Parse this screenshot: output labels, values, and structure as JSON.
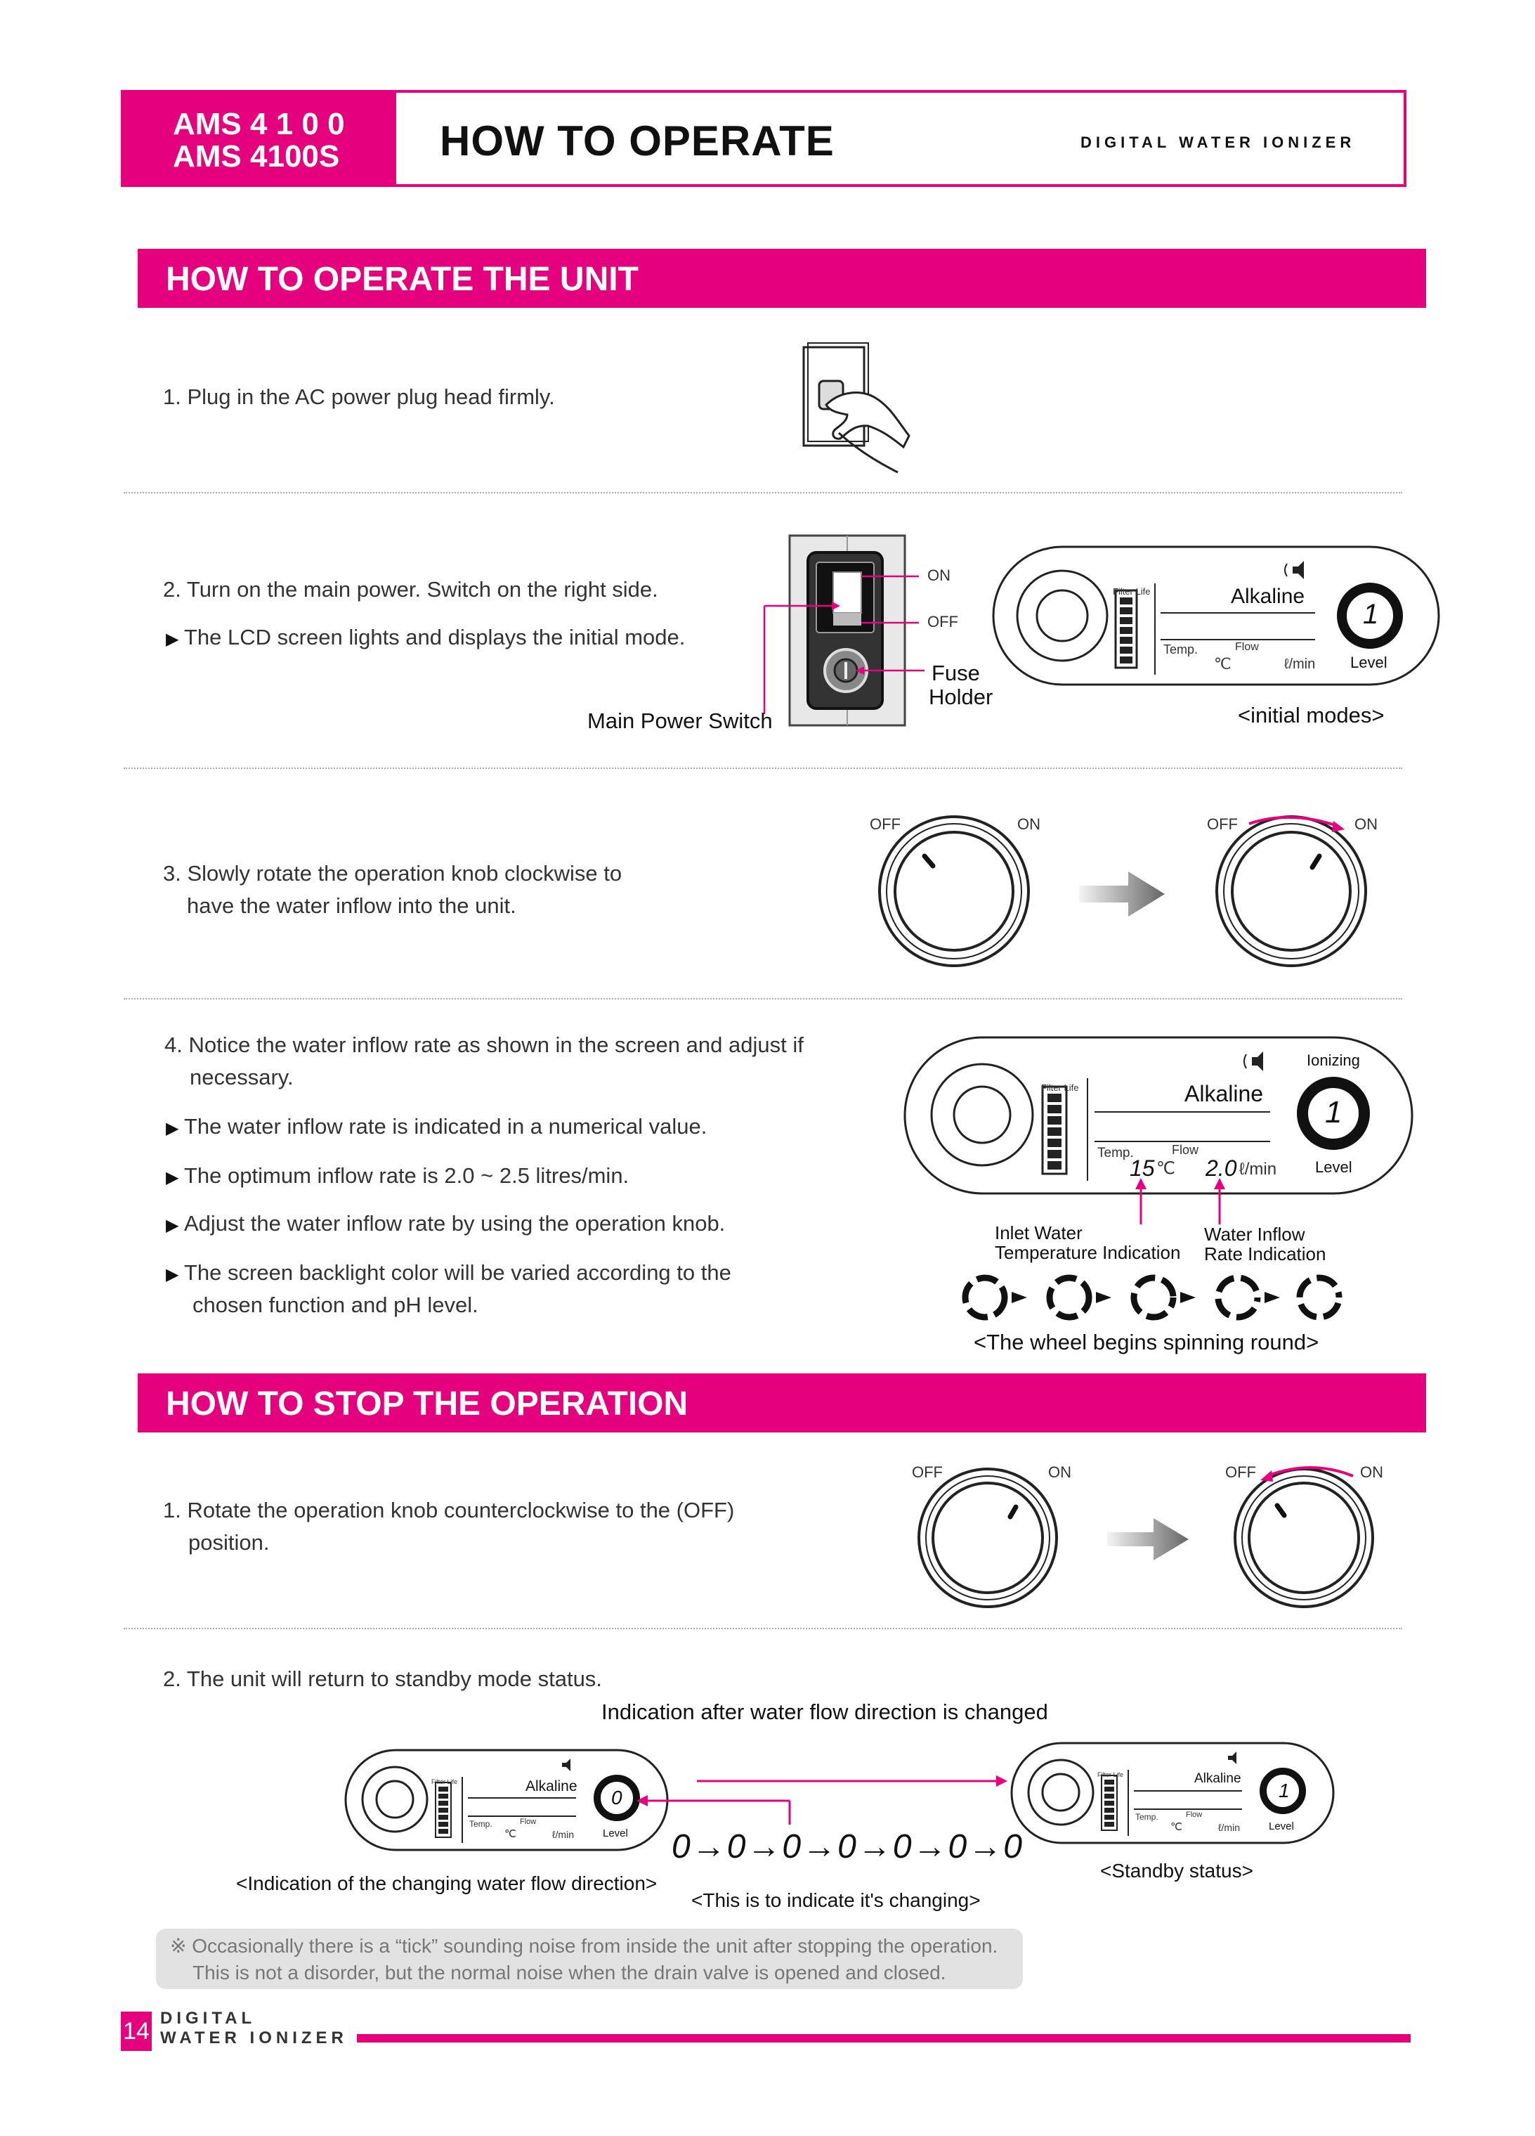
{
  "header": {
    "model_line1": "AMS 4 1 0 0",
    "model_line2": "AMS 4100S",
    "title": "HOW TO OPERATE",
    "product": "DIGITAL WATER IONIZER"
  },
  "colors": {
    "accent": "#e5007e",
    "text": "#333333",
    "note_bg": "#e2e2e2"
  },
  "section_operate": {
    "title": "HOW TO OPERATE THE UNIT",
    "step1": "1. Plug in the AC power plug head firmly.",
    "step2": "2. Turn on the main power. Switch on the right side.",
    "step2_bullet": "The LCD screen lights and displays the initial mode.",
    "switch_labels": {
      "on": "ON",
      "off": "OFF",
      "fuse_line1": "Fuse",
      "fuse_line2": "Holder",
      "main": "Main Power Switch"
    },
    "initial_caption": "<initial modes>",
    "step3_line1": "3. Slowly rotate the operation knob clockwise to",
    "step3_line2": "have the water inflow into the unit.",
    "step4_line1": "4. Notice the water inflow rate as shown in the screen and adjust if",
    "step4_line2": "necessary.",
    "step4_bullets": [
      "The water inflow rate is indicated in a numerical value.",
      "The optimum inflow rate is 2.0 ~ 2.5 litres/min.",
      "Adjust the water inflow rate by using the operation knob.",
      "The screen backlight color will be varied according to the",
      "chosen function and pH level."
    ],
    "inlet_label_line1": "Inlet Water",
    "inlet_label_line2": "Temperature Indication",
    "flow_label_line1": "Water Inflow",
    "flow_label_line2": "Rate Indication",
    "wheel_caption": "<The wheel begins spinning round>"
  },
  "lcd": {
    "filter_life": "Filter Life",
    "mode": "Alkaline",
    "temp": "Temp.",
    "flow": "Flow",
    "temp_unit": "℃",
    "flow_unit": "ℓ/min",
    "level": "Level",
    "ionizing": "Ionizing",
    "level_digit": "1",
    "temp_value": "15",
    "flow_value": "2.0",
    "standby_digit": "0"
  },
  "knob": {
    "off": "OFF",
    "on": "ON"
  },
  "section_stop": {
    "title": "HOW TO STOP THE OPERATION",
    "step1_line1": "1. Rotate the operation knob counterclockwise to the (OFF)",
    "step1_line2": "position.",
    "step2": "2. The unit will return to standby mode status.",
    "direction_title": "Indication after water flow direction is changed",
    "changing_caption": "<Indication of the changing water flow direction>",
    "indicating_caption": "<This is to indicate it's changing>",
    "standby_caption": "<Standby status>"
  },
  "note": {
    "line1": "※ Occasionally there is a “tick” sounding noise from inside the unit after stopping the operation.",
    "line2": "This is not a disorder, but the normal noise when the drain valve is opened and closed."
  },
  "footer": {
    "page": "14",
    "line1": "DIGITAL",
    "line2": "WATER IONIZER"
  }
}
